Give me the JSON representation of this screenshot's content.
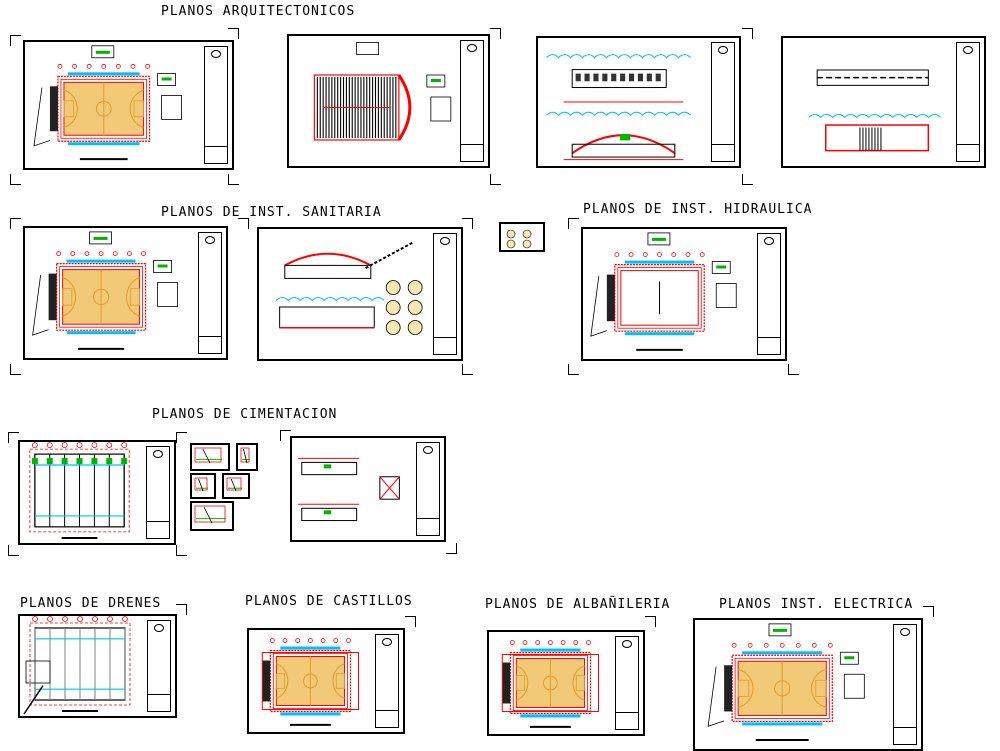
{
  "sections": {
    "arquitectonicos": "PLANOS ARQUITECTONICOS",
    "sanitaria": "PLANOS DE INST. SANITARIA",
    "hidraulica": "PLANOS DE INST. HIDRAULICA",
    "cimentacion": "PLANOS DE CIMENTACION",
    "drenes": "PLANOS DE DRENES",
    "castillos": "PLANOS DE CASTILLOS",
    "albanileria": "PLANOS DE ALBAÑILERIA",
    "electrica": "PLANOS INST. ELECTRICA"
  },
  "colors": {
    "line": "#000000",
    "red": "#ff0000",
    "court": "#f2c977",
    "court_line": "#e39b2f",
    "cyan": "#00bfff",
    "green": "#00b400",
    "gray": "#808080"
  }
}
